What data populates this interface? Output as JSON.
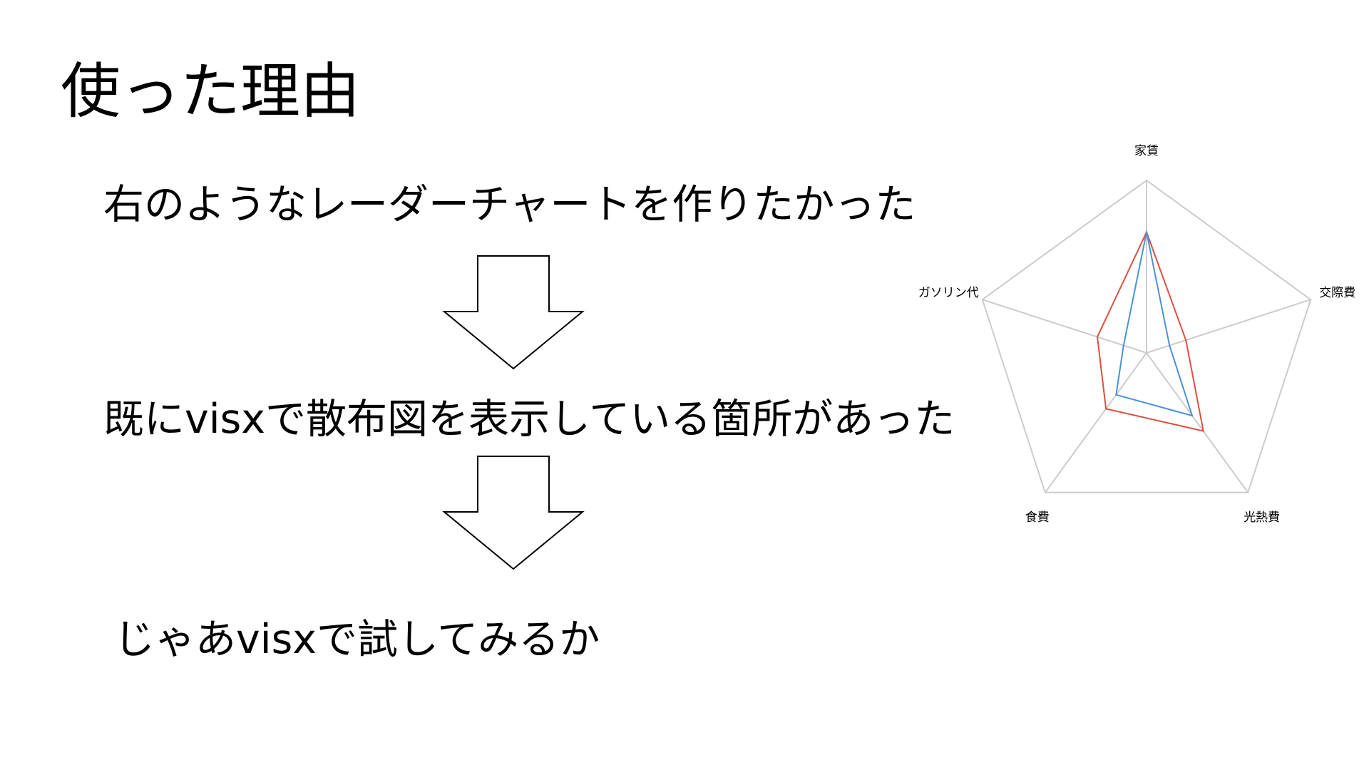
{
  "slide": {
    "title": "使った理由",
    "steps": [
      "右のようなレーダーチャートを作りたかった",
      "既にvisxで散布図を表示している箇所があった",
      "じゃあvisxで試してみるか"
    ]
  },
  "chart_data": {
    "type": "radar",
    "title": "",
    "axes": [
      "家賃",
      "交際費",
      "光熱費",
      "食費",
      "ガソリン代"
    ],
    "range": [
      0,
      1
    ],
    "series": [
      {
        "color": "#d9503f",
        "values": [
          0.7,
          0.24,
          0.56,
          0.4,
          0.3
        ]
      },
      {
        "color": "#4a90d9",
        "values": [
          0.7,
          0.14,
          0.45,
          0.3,
          0.14
        ]
      }
    ],
    "grid_color": "#cccccc"
  }
}
